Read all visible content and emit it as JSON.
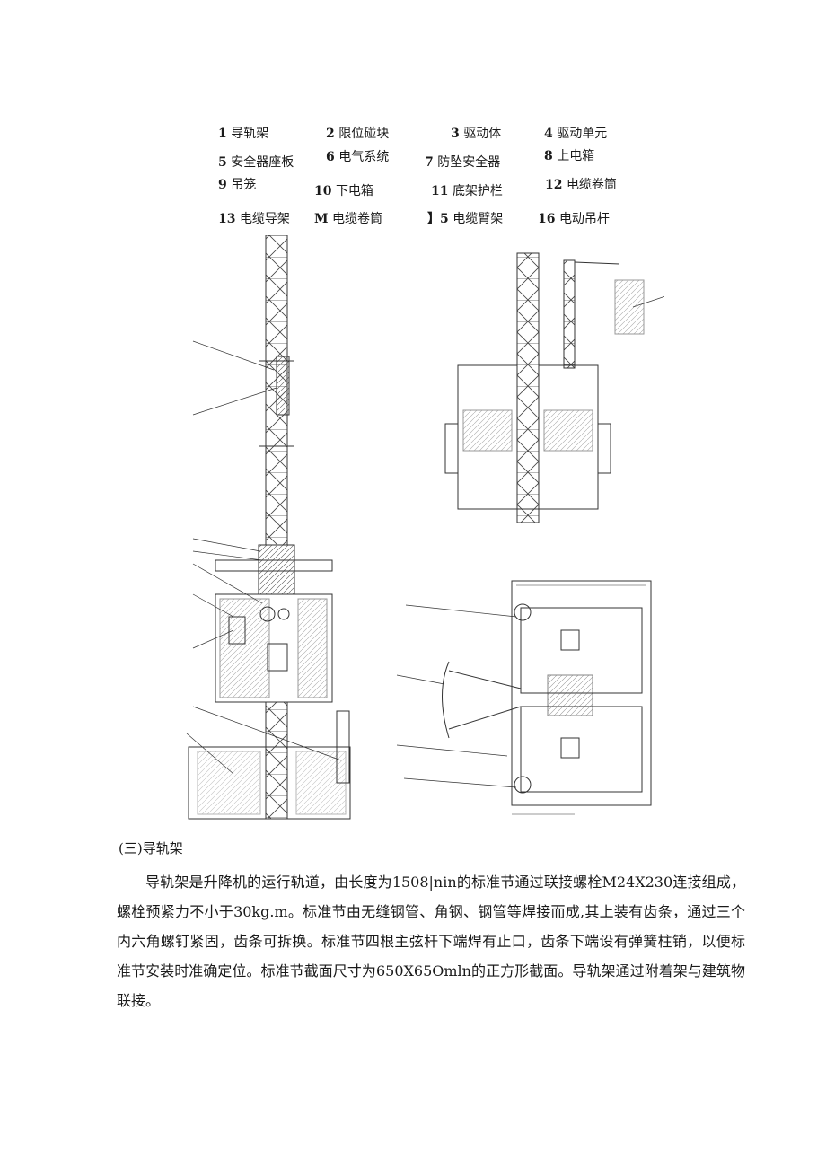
{
  "legend": [
    {
      "num": "1",
      "label": "导轨架"
    },
    {
      "num": "2",
      "label": "限位碰块"
    },
    {
      "num": "3",
      "label": "驱动体"
    },
    {
      "num": "4",
      "label": "驱动单元"
    },
    {
      "num": "5",
      "label": "安全器座板"
    },
    {
      "num": "6",
      "label": "电气系统"
    },
    {
      "num": "7",
      "label": "防坠安全器"
    },
    {
      "num": "8",
      "label": "上电箱"
    },
    {
      "num": "9",
      "label": "吊笼"
    },
    {
      "num": "10",
      "label": "下电箱"
    },
    {
      "num": "11",
      "label": "底架护栏"
    },
    {
      "num": "12",
      "label": "电缆卷筒"
    },
    {
      "num": "13",
      "label": "电缆导架"
    },
    {
      "num": "M",
      "label": "电缆卷筒"
    },
    {
      "num": "】5",
      "label": "电缆臂架"
    },
    {
      "num": "16",
      "label": "电动吊杆"
    }
  ],
  "section": {
    "heading": "(三)导轨架",
    "paragraph": "导轨架是升降机的运行轨道，由长度为1508|nin的标准节通过联接螺栓M24X230连接组成，螺栓预紧力不小于30kg.m。标准节由无缝钢管、角钢、钢管等焊接而成,其上装有齿条，通过三个内六角螺钉紧固，齿条可拆换。标准节四根主弦杆下端焊有止口，齿条下端设有弹簧柱销，以便标准节安装时准确定位。标准节截面尺寸为650X65Omln的正方形截面。导轨架通过附着架与建筑物联接。"
  }
}
